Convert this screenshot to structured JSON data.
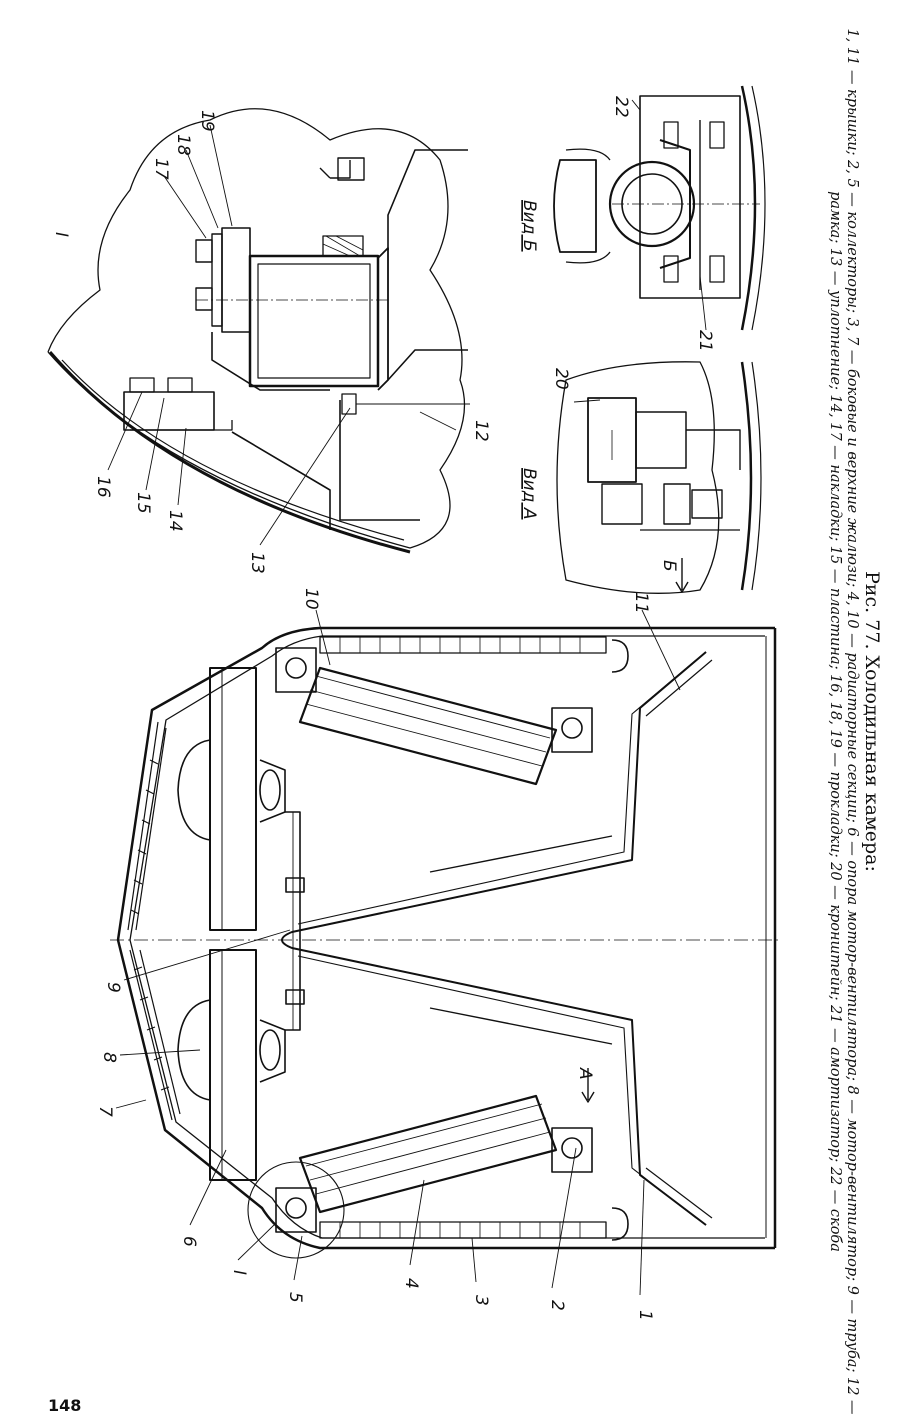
{
  "figure": {
    "title": "Рис. 77. Холодильная камера:",
    "legend": "1, 11 — крышки; 2, 5 — коллекторы; 3, 7 — боковые и верхние жалюзи; 4, 10 — радиаторные секции; 6 — опора мотор-вентилятора; 8 — мотор-вентилятор; 9 — труба; 12 — рамка; 13 — уплотнение; 14, 17 — накладки; 15 — пластина; 16, 18, 19 — прокладки; 20 — кронштейн; 21 — амортизатор; 22 — скоба"
  },
  "page_number": "148",
  "labels": {
    "main": [
      "1",
      "2",
      "3",
      "4",
      "5",
      "6",
      "7",
      "8",
      "9",
      "10",
      "11",
      "I"
    ],
    "detail": [
      "I",
      "12",
      "13",
      "14",
      "15",
      "16",
      "17",
      "18",
      "19"
    ],
    "view_a_title": "Вид А",
    "view_b_title": "Вид Б",
    "view_a_parts": [
      "20",
      "Б"
    ],
    "view_b_parts": [
      "21",
      "22"
    ],
    "arrow_a": "А"
  }
}
